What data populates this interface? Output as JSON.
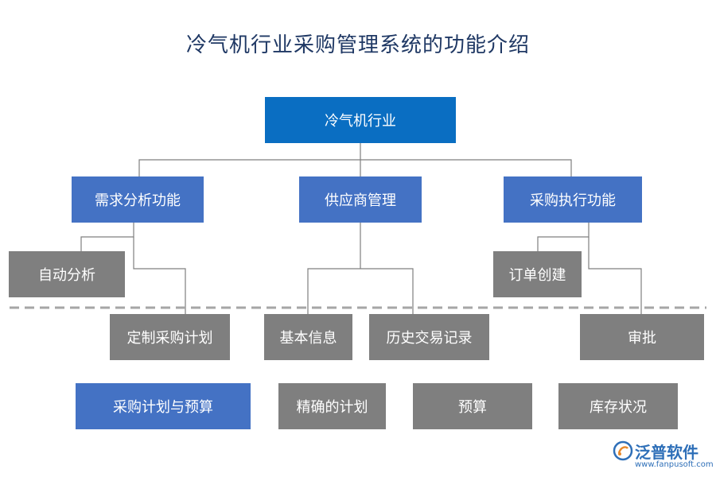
{
  "title": "冷气机行业采购管理系统的功能介绍",
  "root": "冷气机行业",
  "branches": {
    "demand": {
      "label": "需求分析功能",
      "children": [
        "自动分析",
        "定制采购计划"
      ]
    },
    "supplier": {
      "label": "供应商管理",
      "children": [
        "基本信息",
        "历史交易记录"
      ]
    },
    "execution": {
      "label": "采购执行功能",
      "children": [
        "订单创建",
        "审批"
      ]
    }
  },
  "bottom_row": [
    "采购计划与预算",
    "精确的计划",
    "预算",
    "库存状况"
  ],
  "colors": {
    "root": "#0a6ec2",
    "blue": "#4472c4",
    "gray": "#7f7f7f",
    "title": "#1f3864",
    "line": "#7f7f7f",
    "brand": "#2e6fb8"
  },
  "logo": {
    "name": "泛普软件",
    "url": "www.fanpusoft.com"
  }
}
